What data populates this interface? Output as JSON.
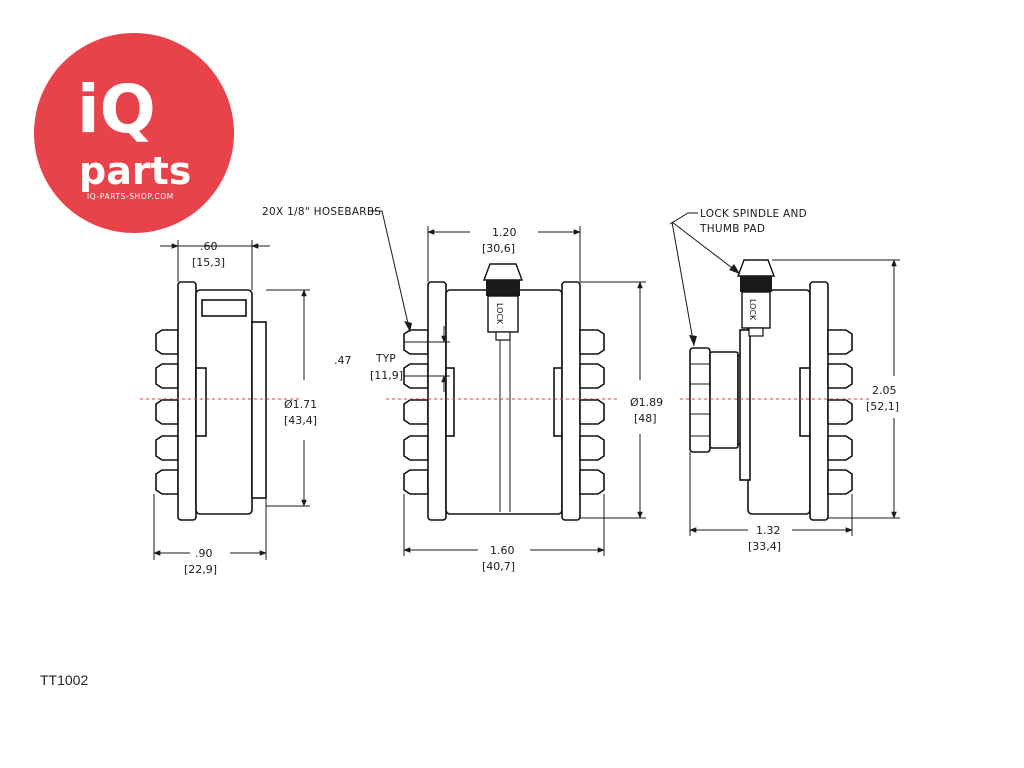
{
  "logo": {
    "line1": "iQ",
    "line2": "parts",
    "line3": "IQ-PARTS-SHOP.COM",
    "color": "#e8424b"
  },
  "part_number": "TT1002",
  "callouts": {
    "hosebarbs": "20X 1/8\" HOSEBARBS",
    "lock_line1": "LOCK SPINDLE AND",
    "lock_line2": "THUMB PAD",
    "typ": "TYP"
  },
  "dimensions": {
    "left_top_in": ".60",
    "left_top_mm": "[15,3]",
    "left_dia_in": "Ø1.71",
    "left_dia_mm": "[43,4]",
    "left_bot_in": ".90",
    "left_bot_mm": "[22,9]",
    "barb_pitch_in": ".47",
    "barb_pitch_mm": "[11,9]",
    "mid_top_in": "1.20",
    "mid_top_mm": "[30,6]",
    "mid_dia_in": "Ø1.89",
    "mid_dia_mm": "[48]",
    "mid_bot_in": "1.60",
    "mid_bot_mm": "[40,7]",
    "right_h_in": "2.05",
    "right_h_mm": "[52,1]",
    "right_bot_in": "1.32",
    "right_bot_mm": "[33,4]"
  }
}
